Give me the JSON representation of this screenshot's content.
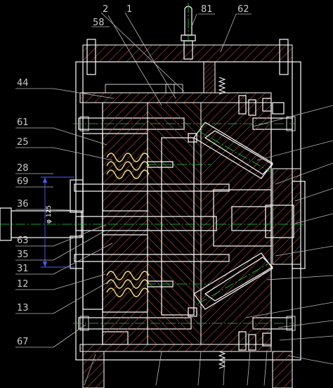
{
  "drawing": {
    "callouts_top": [
      "2",
      "58",
      "1",
      "81",
      "62"
    ],
    "callouts_left": [
      "44",
      "61",
      "25",
      "28",
      "69",
      "36",
      "63",
      "35",
      "31",
      "12",
      "13",
      "67"
    ],
    "dimension": {
      "symbol": "φ",
      "value": "125"
    }
  },
  "colors": {
    "background": "#000000",
    "outline": "#ffffff",
    "hatch": "#c0502b",
    "center_line": "#19d43a",
    "dimension": "#4b5bff",
    "callout_text": "#c9c9c9",
    "spring": "#f2e07a"
  }
}
